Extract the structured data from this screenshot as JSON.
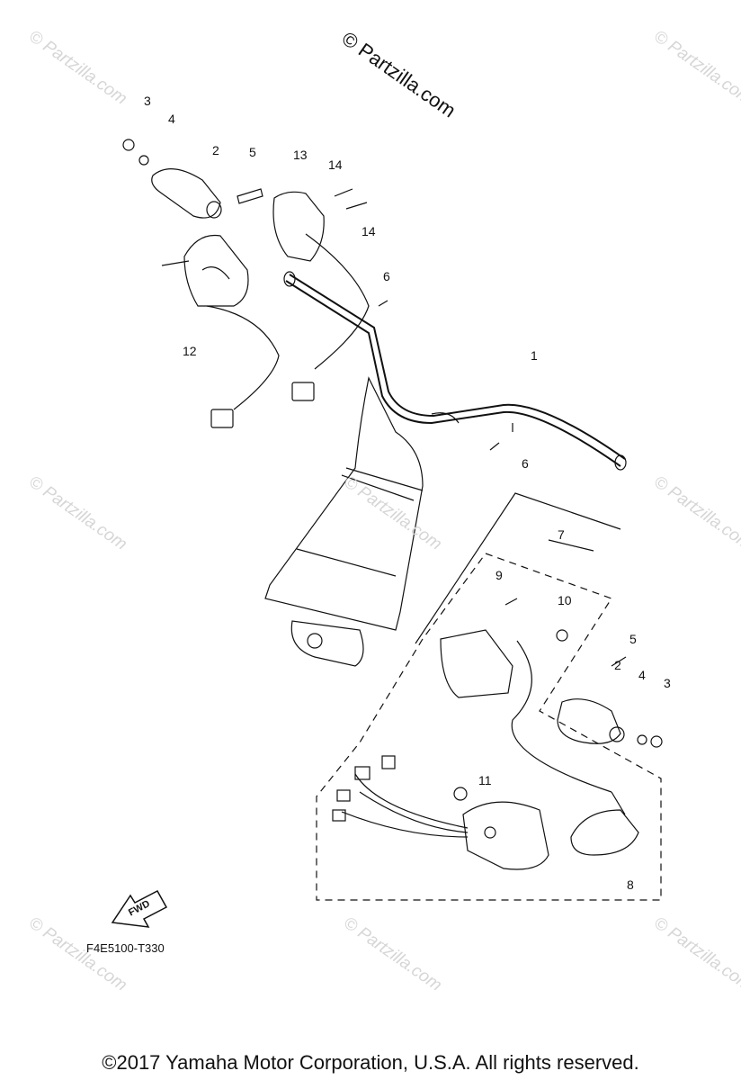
{
  "watermark": {
    "main": "© Partzilla.com",
    "tile": "© Partzilla.com"
  },
  "callouts": {
    "c1": "1",
    "c2a": "2",
    "c2b": "2",
    "c3a": "3",
    "c3b": "3",
    "c4a": "4",
    "c4b": "4",
    "c5a": "5",
    "c5b": "5",
    "c6a": "6",
    "c6b": "6",
    "c7": "7",
    "c8": "8",
    "c9": "9",
    "c10": "10",
    "c11": "11",
    "c12": "12",
    "c13": "13",
    "c14a": "14",
    "c14b": "14"
  },
  "fwd_label": "FWD",
  "diagram_code": "F4E5100-T330",
  "copyright": "©2017  Yamaha Motor Corporation, U.S.A. All rights reserved.",
  "colors": {
    "line": "#111111",
    "watermark": "#d6d6d6"
  }
}
